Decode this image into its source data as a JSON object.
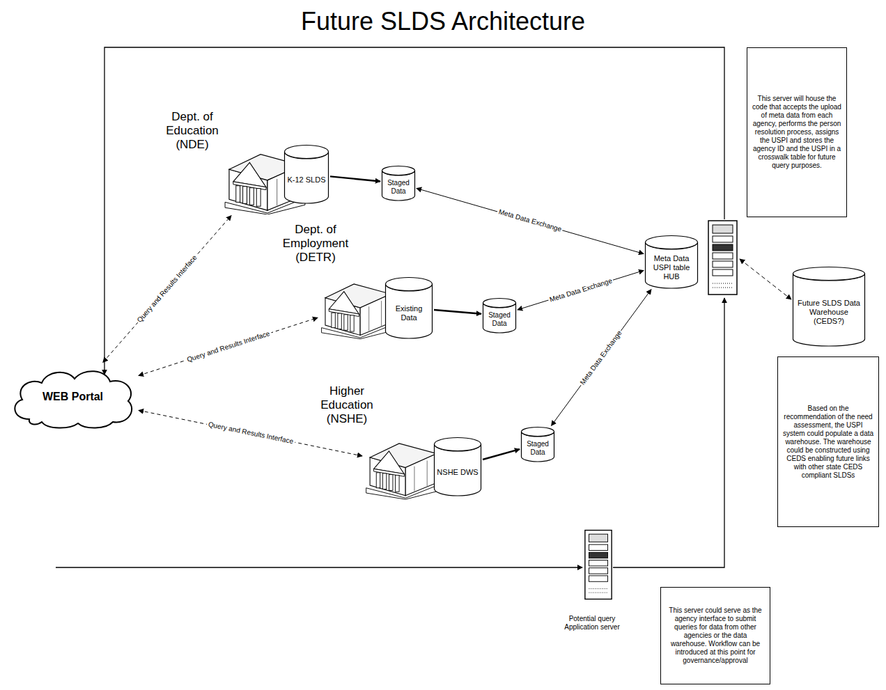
{
  "diagram": {
    "title": "Future SLDS Architecture",
    "nodes": [
      {
        "text": [
          "Dept. of Education (NDE)"
        ]
      },
      {
        "text": [
          "K-12 SLDS"
        ],
        "in": 0
      },
      {
        "text": [
          "Staged Data"
        ]
      },
      {
        "text": [
          "Dept. of Employment (DETR)"
        ]
      },
      {
        "text": [
          "Existing Data"
        ],
        "in": 3
      },
      {
        "text": [
          "Staged Data"
        ]
      },
      {
        "text": [
          "Higher Education (NSHE)"
        ]
      },
      {
        "text": [
          "NSHE DWS"
        ],
        "in": 6
      },
      {
        "text": [
          "Staged Data"
        ]
      },
      {
        "text": [
          "Meta Data USPI table HUB"
        ]
      },
      {
        "text": [
          "This server will house the code that accepts the upload of meta data from each agency, performs the person resolution process, assigns the USPI and stores the agency ID and the USPI in a crosswalk table for future query purposes."
        ]
      },
      {
        "text": [
          "Future SLDS Data Warehouse (CEDS?)"
        ]
      },
      {
        "text": [
          "Based on the recommendation of the need assessment, the USPI system could populate a data warehouse. The warehouse could be constructed using CEDS enabling future links with other state CEDS compliant SLDSs"
        ]
      },
      {
        "text": [
          "WEB Portal"
        ]
      },
      {
        "text": [
          "Potential query Application server"
        ]
      },
      {
        "text": [
          "This server could serve as the agency interface to submit queries for data from other agencies or the data warehouse. Workflow can be introduced at this point for governance/approval"
        ]
      }
    ],
    "edges": [
      {
        "from": 1,
        "to": 2,
        "arrow": "to"
      },
      {
        "from": 4,
        "to": 5,
        "arrow": "to"
      },
      {
        "from": 7,
        "to": 8,
        "arrow": "to"
      },
      {
        "from": 2,
        "to": 9,
        "label": "Meta Data Exchange",
        "arrow": "both"
      },
      {
        "from": 5,
        "to": 9,
        "label": "Meta Data Exchange",
        "arrow": "both"
      },
      {
        "from": 8,
        "to": 9,
        "label": "Meta Data Exchange",
        "arrow": "both"
      },
      {
        "from": 13,
        "to": 0,
        "label": "Query and Results Interface",
        "arrow": "both"
      },
      {
        "from": 13,
        "to": 3,
        "label": "Query and Results Interface",
        "arrow": "both"
      },
      {
        "from": 13,
        "to": 6,
        "label": "Query and Results Interface",
        "arrow": "both"
      }
    ]
  }
}
